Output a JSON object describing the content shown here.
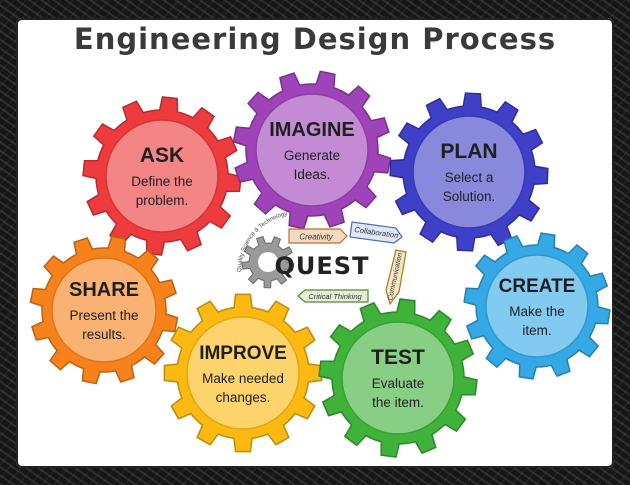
{
  "title": "Engineering Design Process",
  "steps": [
    {
      "id": "ask",
      "title": "ASK",
      "line1": "Define the",
      "line2": "problem.",
      "color": "#ee3b3e"
    },
    {
      "id": "imagine",
      "title": "IMAGINE",
      "line1": "Generate",
      "line2": "Ideas.",
      "color": "#9e44b8"
    },
    {
      "id": "plan",
      "title": "PLAN",
      "line1": "Select a",
      "line2": "Solution.",
      "color": "#3f3fc8"
    },
    {
      "id": "create",
      "title": "CREATE",
      "line1": "Make the",
      "line2": "item.",
      "color": "#35a9e6"
    },
    {
      "id": "test",
      "title": "TEST",
      "line1": "Evaluate",
      "line2": "the item.",
      "color": "#3fb23a"
    },
    {
      "id": "improve",
      "title": "IMPROVE",
      "line1": "Make needed",
      "line2": "changes.",
      "color": "#fbb911"
    },
    {
      "id": "share",
      "title": "SHARE",
      "line1": "Present the",
      "line2": "results.",
      "color": "#f7821b"
    }
  ],
  "center": {
    "title": "QUEST",
    "tags": [
      "Creativity",
      "Collaboration",
      "Communication",
      "Critical Thinking"
    ],
    "ring_text": "Quality Science & Technology"
  }
}
